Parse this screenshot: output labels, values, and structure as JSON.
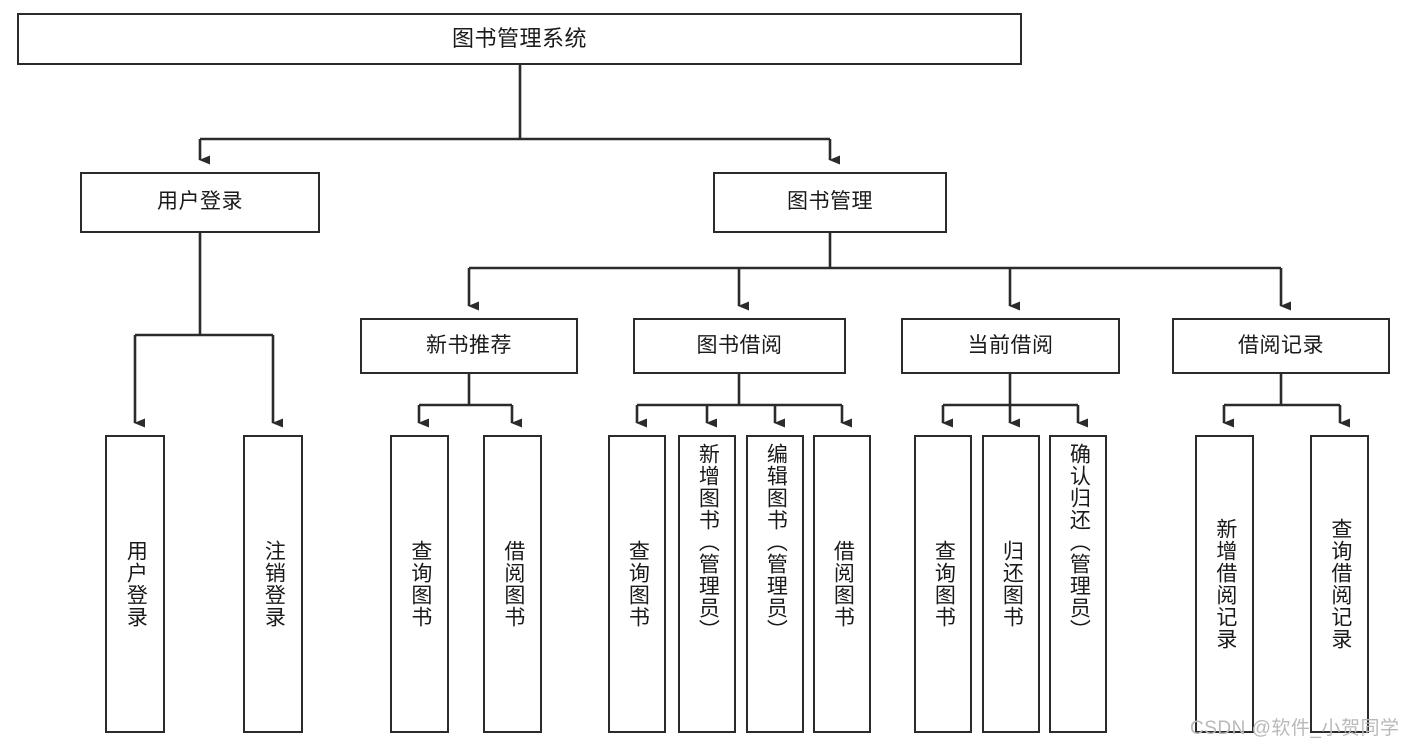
{
  "diagram": {
    "title": "图书管理系统",
    "type": "tree-hierarchy-diagram",
    "colors": {
      "background": "#ffffff",
      "box_border": "#2b2b2b",
      "connector": "#333333",
      "text": "#1a1a1a",
      "watermark": "#b9b9b9"
    },
    "root": {
      "label": "图书管理系统"
    },
    "level2": [
      {
        "label": "用户登录"
      },
      {
        "label": "图书管理"
      }
    ],
    "level3": [
      {
        "label": "新书推荐"
      },
      {
        "label": "图书借阅"
      },
      {
        "label": "当前借阅"
      },
      {
        "label": "借阅记录"
      }
    ],
    "leaves": {
      "user_login": [
        {
          "label": "用户登录"
        },
        {
          "label": "注销登录"
        }
      ],
      "new_book_recommend": [
        {
          "label": "查询图书"
        },
        {
          "label": "借阅图书"
        }
      ],
      "book_borrow": [
        {
          "label": "查询图书"
        },
        {
          "label": "新增图书（管理员）"
        },
        {
          "label": "编辑图书（管理员）"
        },
        {
          "label": "借阅图书"
        }
      ],
      "current_borrow": [
        {
          "label": "查询图书"
        },
        {
          "label": "归还图书"
        },
        {
          "label": "确认归还（管理员）"
        }
      ],
      "borrow_record": [
        {
          "label": "新增借阅记录"
        },
        {
          "label": "查询借阅记录"
        }
      ]
    },
    "watermark": "CSDN @软件_小贺同学"
  }
}
